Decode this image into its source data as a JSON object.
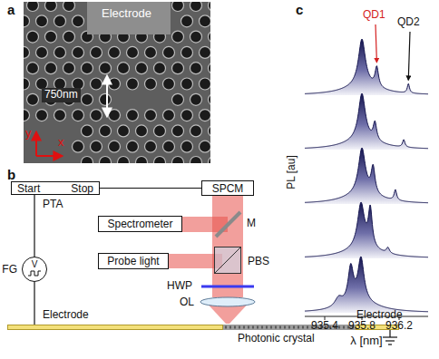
{
  "diagram": {
    "nodes": [
      {
        "text": [
          "Start",
          "Stop",
          "PTA"
        ]
      },
      {
        "text": [
          "SPCM"
        ]
      },
      {
        "text": [
          "Spectrometer"
        ]
      },
      {
        "text": [
          "Probe light"
        ]
      },
      {
        "text": [
          "PBS"
        ]
      },
      {
        "text": [
          "V",
          "FG"
        ]
      },
      {
        "text": [
          "Electrode"
        ]
      },
      {
        "text": [
          "Electrode"
        ]
      }
    ],
    "edges": [
      {
        "from": 0,
        "to": 1,
        "arrow": "none"
      },
      {
        "from": 0,
        "to": 5,
        "arrow": "none"
      },
      {
        "from": 5,
        "to": 6,
        "arrow": "none"
      }
    ],
    "labels": [
      "a",
      "Electrode",
      "750nm",
      "y",
      "x",
      "b",
      "M",
      "HWP",
      "OL",
      "Photonic crystal",
      "c",
      "QD1",
      "QD2",
      "PL [au]",
      "935.4",
      "935.8",
      "936.2",
      "λ [nm]"
    ]
  }
}
